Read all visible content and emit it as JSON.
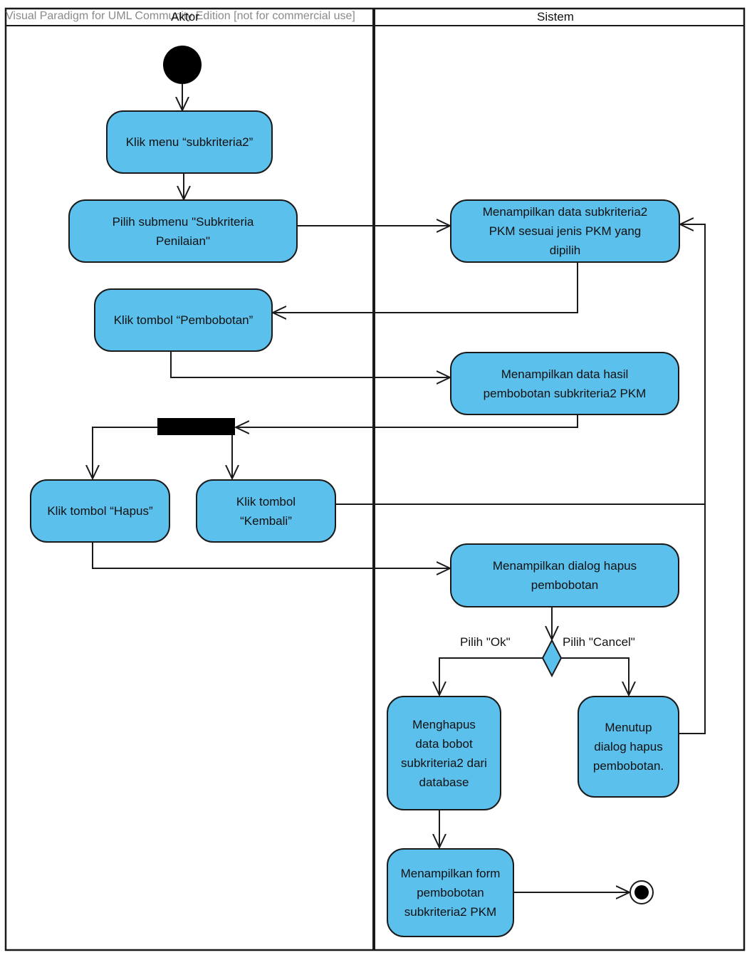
{
  "watermark": "Visual Paradigm for UML Community Edition [not for commercial use]",
  "lanes": {
    "left": "Aktor",
    "right": "Sistem"
  },
  "actions": {
    "a1": "Klik menu “subkriteria2”",
    "a2": "Pilih submenu \"Subkriteria\nPenilaian\"",
    "s1": "Menampilkan data subkriteria2\nPKM sesuai jenis PKM yang\ndipilih",
    "a3": "Klik tombol “Pembobotan”",
    "s2": "Menampilkan data hasil\npembobotan subkriteria2 PKM",
    "a4": "Klik tombol “Hapus”",
    "a5": "Klik tombol\n“Kembali”",
    "s3": "Menampilkan dialog hapus\npembobotan",
    "s4": "Menghapus\ndata bobot\nsubkriteria2 dari\ndatabase",
    "s5": "Menutup\ndialog hapus\npembobotan.",
    "s6": "Menampilkan form\npembobotan\nsubkriteria2 PKM"
  },
  "guards": {
    "ok": "Pilih \"Ok\"",
    "cancel": "Pilih \"Cancel\""
  },
  "colors": {
    "action_fill": "#5bc0ec",
    "outline": "#1a1a1a",
    "node_black": "#000000"
  }
}
